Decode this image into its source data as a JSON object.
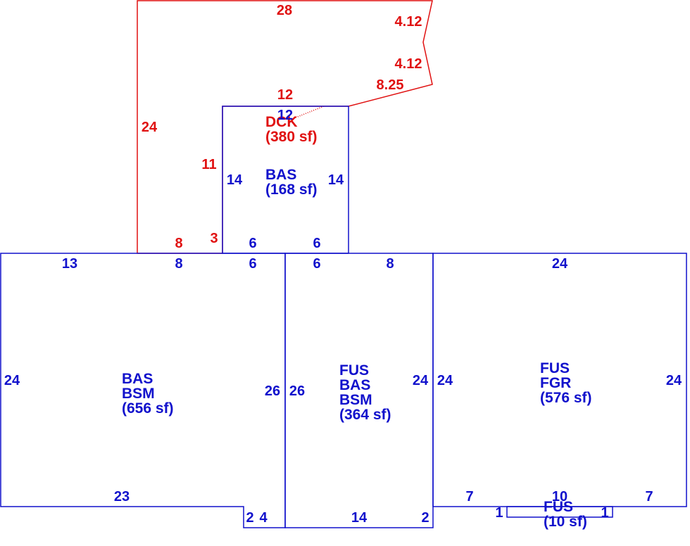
{
  "colors": {
    "deck": "#e01010",
    "building": "#1111cc",
    "background": "#ffffff"
  },
  "areas": {
    "dck": {
      "line1": "DCK",
      "line2": "(380 sf)"
    },
    "bas_top": {
      "line1": "BAS",
      "line2": "(168 sf)"
    },
    "bas_bsm": {
      "line1": "BAS",
      "line2": "BSM",
      "line3": "(656 sf)"
    },
    "fus_bas_bsm": {
      "line1": "FUS",
      "line2": "BAS",
      "line3": "BSM",
      "line4": "(364 sf)"
    },
    "fus_fgr": {
      "line1": "FUS",
      "line2": "FGR",
      "line3": "(576 sf)"
    },
    "fus_small": {
      "line1": "FUS",
      "line2": "(10 sf)"
    }
  },
  "deck_dims": {
    "top": "28",
    "right_upper": "4.12",
    "right_mid": "4.12",
    "diagonal": "8.25",
    "inner_top": "12",
    "left": "24",
    "inner_left": "11",
    "bottom": "8",
    "notch": "3"
  },
  "bas_top_dims": {
    "top": "12",
    "left": "14",
    "right": "14",
    "bottom_left": "6",
    "bottom_right": "6"
  },
  "bas_bsm_dims": {
    "top_left": "13",
    "top_mid": "8",
    "top_right": "6",
    "left": "24",
    "right": "26",
    "bottom": "23",
    "notch_height": "2",
    "notch_width": "4"
  },
  "fus_bas_bsm_dims": {
    "top_left": "6",
    "top_right": "8",
    "left": "26",
    "right": "24",
    "bottom": "14",
    "notch": "2"
  },
  "fus_fgr_dims": {
    "top": "24",
    "left": "24",
    "right": "24",
    "bottom_left": "7",
    "bottom_mid": "10",
    "bottom_right": "7"
  },
  "fus_small_dims": {
    "left": "1",
    "right": "1"
  }
}
